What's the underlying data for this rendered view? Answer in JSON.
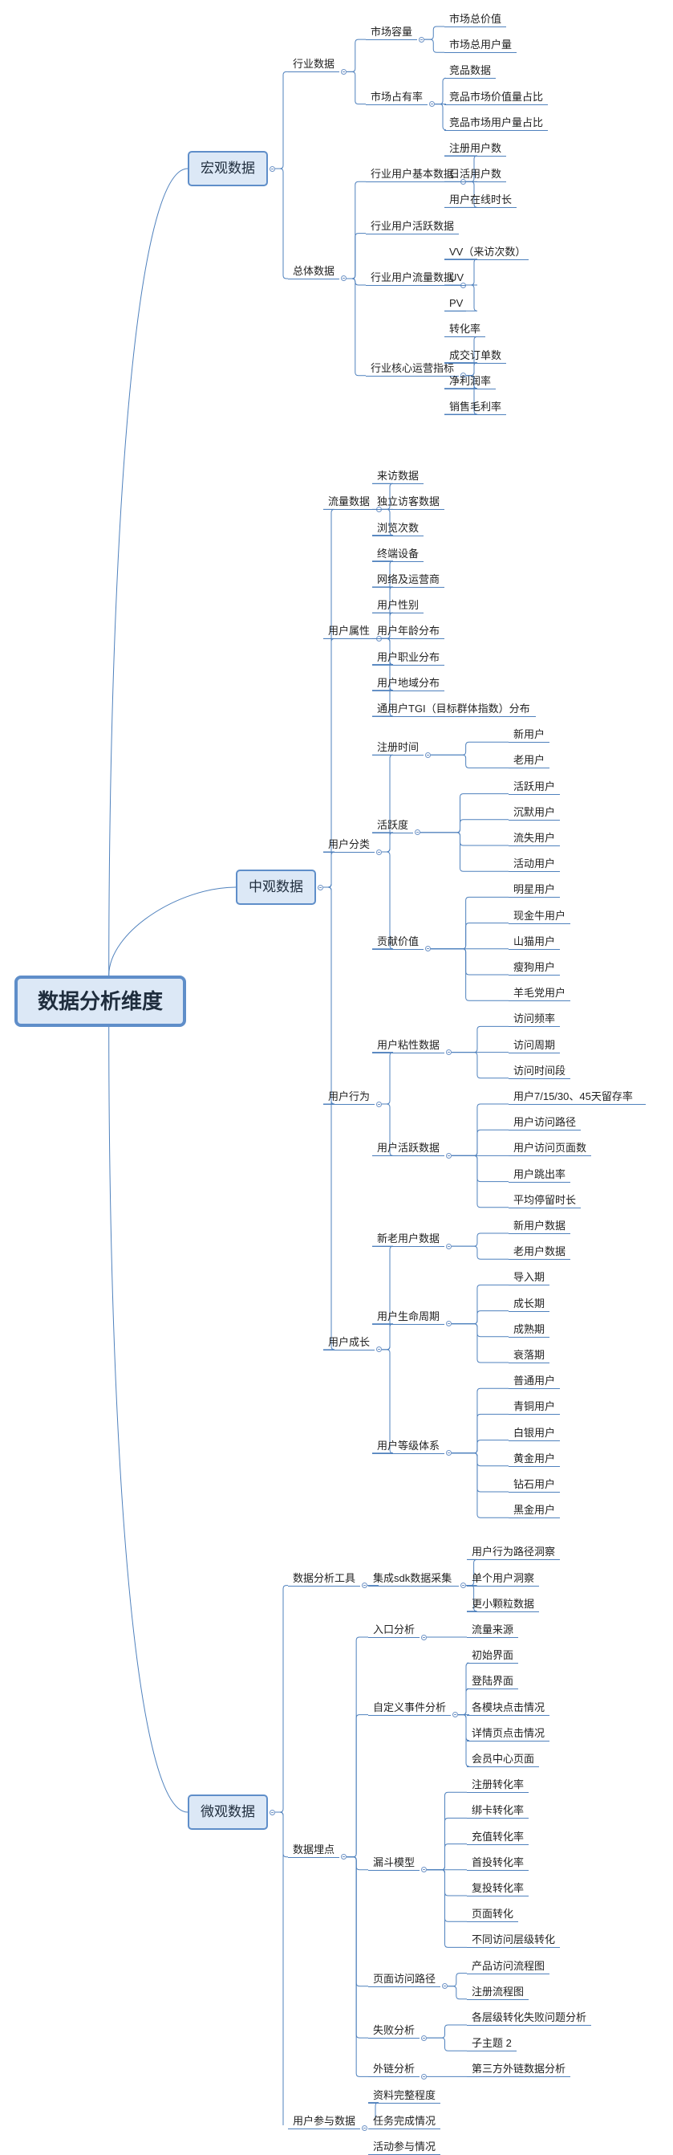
{
  "root": {
    "label": "数据分析维度",
    "children": [
      {
        "label": "宏观数据",
        "children": [
          {
            "label": "行业数据",
            "children": [
              {
                "label": "市场容量",
                "children": [
                  {
                    "label": "市场总价值"
                  },
                  {
                    "label": "市场总用户量"
                  }
                ]
              },
              {
                "label": "市场占有率",
                "children": [
                  {
                    "label": "竞品数据"
                  },
                  {
                    "label": "竞品市场价值量占比"
                  },
                  {
                    "label": "竞品市场用户量占比"
                  }
                ]
              }
            ]
          },
          {
            "label": "总体数据",
            "children": [
              {
                "label": "行业用户基本数据",
                "children": [
                  {
                    "label": "注册用户数"
                  },
                  {
                    "label": "日活用户数"
                  },
                  {
                    "label": "用户在线时长"
                  }
                ]
              },
              {
                "label": "行业用户活跃数据",
                "children": []
              },
              {
                "label": "行业用户流量数据",
                "children": [
                  {
                    "label": "VV（来访次数）"
                  },
                  {
                    "label": "UV"
                  },
                  {
                    "label": "PV"
                  }
                ]
              },
              {
                "label": "行业核心运营指标",
                "children": [
                  {
                    "label": "转化率"
                  },
                  {
                    "label": "成交订单数"
                  },
                  {
                    "label": "净利润率"
                  },
                  {
                    "label": "销售毛利率"
                  }
                ]
              }
            ]
          }
        ]
      },
      {
        "label": "中观数据",
        "children": [
          {
            "label": "流量数据",
            "children": [
              {
                "label": "来访数据"
              },
              {
                "label": "独立访客数据"
              },
              {
                "label": "浏览次数"
              }
            ]
          },
          {
            "label": "用户属性",
            "children": [
              {
                "label": "终端设备"
              },
              {
                "label": "网络及运营商"
              },
              {
                "label": "用户性别"
              },
              {
                "label": "用户年龄分布"
              },
              {
                "label": "用户职业分布"
              },
              {
                "label": "用户地域分布"
              },
              {
                "label": "通用户TGI（目标群体指数）分布"
              }
            ]
          },
          {
            "label": "用户分类",
            "children": [
              {
                "label": "注册时间",
                "children": [
                  {
                    "label": "新用户"
                  },
                  {
                    "label": "老用户"
                  }
                ]
              },
              {
                "label": "活跃度",
                "children": [
                  {
                    "label": "活跃用户"
                  },
                  {
                    "label": "沉默用户"
                  },
                  {
                    "label": "流失用户"
                  },
                  {
                    "label": "活动用户"
                  }
                ]
              },
              {
                "label": "贡献价值",
                "children": [
                  {
                    "label": "明星用户"
                  },
                  {
                    "label": "现金牛用户"
                  },
                  {
                    "label": "山猫用户"
                  },
                  {
                    "label": "瘦狗用户"
                  },
                  {
                    "label": "羊毛党用户"
                  }
                ]
              }
            ]
          },
          {
            "label": "用户行为",
            "children": [
              {
                "label": "用户粘性数据",
                "children": [
                  {
                    "label": "访问频率"
                  },
                  {
                    "label": "访问周期"
                  },
                  {
                    "label": "访问时间段"
                  }
                ]
              },
              {
                "label": "用户活跃数据",
                "children": [
                  {
                    "label": "用户7/15/30、45天留存率"
                  },
                  {
                    "label": "用户访问路径"
                  },
                  {
                    "label": "用户访问页面数"
                  },
                  {
                    "label": "用户跳出率"
                  },
                  {
                    "label": "平均停留时长"
                  }
                ]
              }
            ]
          },
          {
            "label": "用户成长",
            "children": [
              {
                "label": "新老用户数据",
                "children": [
                  {
                    "label": "新用户数据"
                  },
                  {
                    "label": "老用户数据"
                  }
                ]
              },
              {
                "label": "用户生命周期",
                "children": [
                  {
                    "label": "导入期"
                  },
                  {
                    "label": "成长期"
                  },
                  {
                    "label": "成熟期"
                  },
                  {
                    "label": "衰落期"
                  }
                ]
              },
              {
                "label": "用户等级体系",
                "children": [
                  {
                    "label": "普通用户"
                  },
                  {
                    "label": "青铜用户"
                  },
                  {
                    "label": "白银用户"
                  },
                  {
                    "label": "黄金用户"
                  },
                  {
                    "label": "钻石用户"
                  },
                  {
                    "label": "黑金用户"
                  }
                ]
              }
            ]
          }
        ]
      },
      {
        "label": "微观数据",
        "children": [
          {
            "label": "数据分析工具",
            "children": [
              {
                "label": "集成sdk数据采集",
                "children": [
                  {
                    "label": "用户行为路径洞察"
                  },
                  {
                    "label": "单个用户洞察"
                  },
                  {
                    "label": "更小颗粒数据"
                  }
                ]
              }
            ]
          },
          {
            "label": "数据埋点",
            "children": [
              {
                "label": "入口分析",
                "children": [
                  {
                    "label": "流量来源"
                  }
                ]
              },
              {
                "label": "自定义事件分析",
                "children": [
                  {
                    "label": "初始界面"
                  },
                  {
                    "label": "登陆界面"
                  },
                  {
                    "label": "各模块点击情况"
                  },
                  {
                    "label": "详情页点击情况"
                  },
                  {
                    "label": "会员中心页面"
                  }
                ]
              },
              {
                "label": "漏斗模型",
                "children": [
                  {
                    "label": "注册转化率"
                  },
                  {
                    "label": "绑卡转化率"
                  },
                  {
                    "label": "充值转化率"
                  },
                  {
                    "label": "首投转化率"
                  },
                  {
                    "label": "复投转化率"
                  },
                  {
                    "label": "页面转化"
                  },
                  {
                    "label": "不同访问层级转化"
                  }
                ]
              },
              {
                "label": "页面访问路径",
                "children": [
                  {
                    "label": "产品访问流程图"
                  },
                  {
                    "label": "注册流程图"
                  }
                ]
              },
              {
                "label": "失败分析",
                "children": [
                  {
                    "label": "各层级转化失败问题分析"
                  },
                  {
                    "label": "子主题 2"
                  }
                ]
              },
              {
                "label": "外链分析",
                "children": [
                  {
                    "label": "第三方外链数据分析"
                  }
                ]
              }
            ]
          },
          {
            "label": "用户参与数据",
            "children": [
              {
                "label": "资料完整程度"
              },
              {
                "label": "任务完成情况"
              },
              {
                "label": "活动参与情况"
              }
            ]
          }
        ]
      }
    ]
  }
}
